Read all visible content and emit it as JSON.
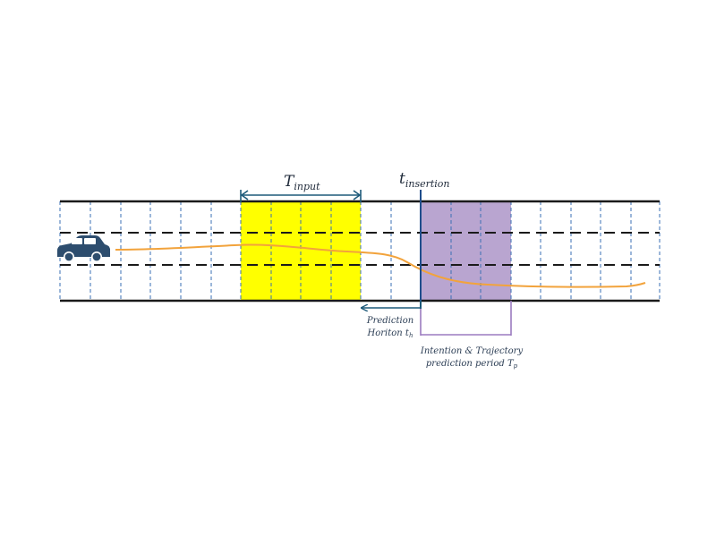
{
  "diagram": {
    "labels": {
      "t_input": {
        "base": "T",
        "sub": "input"
      },
      "t_insertion": {
        "base": "t",
        "sub": "insertion"
      },
      "prediction_horizon": {
        "line1": "Prediction",
        "line2_base": "Horiton t",
        "line2_sub": "h"
      },
      "intention_period": {
        "line1": "Intention & Trajectory",
        "line2_base": "prediction period T",
        "line2_sub": "p"
      }
    },
    "colors": {
      "road_edge": "#1a1a1a",
      "lane_dash": "#1a1a1a",
      "time_grid": "#3a6fb5",
      "input_window": "#ffff00",
      "prediction_window": "#b9a5d0",
      "trajectory": "#f2a33c",
      "t_input_bracket": "#1d5a7a",
      "t_insertion_marker": "#1f4e8c",
      "horizon_arrow": "#1d5a7a",
      "period_bracket": "#9b7bc0",
      "car": "#2d4d6e"
    },
    "icons": {
      "vehicle": "car-icon"
    }
  }
}
